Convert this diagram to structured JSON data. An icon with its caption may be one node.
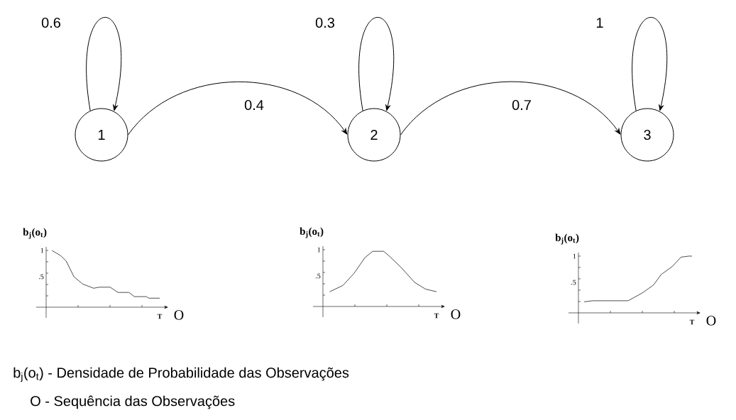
{
  "diagram": {
    "nodes": [
      {
        "text": [
          "1"
        ]
      },
      {
        "text": [
          "2"
        ]
      },
      {
        "text": [
          "3"
        ]
      }
    ],
    "edges": [
      {
        "from": 0,
        "to": 0,
        "arrow": "to",
        "label": "0.6"
      },
      {
        "from": 1,
        "to": 1,
        "arrow": "to",
        "label": "0.3"
      },
      {
        "from": 2,
        "to": 2,
        "arrow": "to",
        "label": "1"
      },
      {
        "from": 0,
        "to": 1,
        "arrow": "to",
        "label": "0.4"
      },
      {
        "from": 1,
        "to": 2,
        "arrow": "to",
        "label": "0.7"
      }
    ],
    "labels": [
      "b$_{j}$(o$_{t}$)",
      "1",
      ".5",
      "T",
      "O",
      "b$_{j}$(o$_{t}$)",
      "1",
      ".5",
      "T",
      "O",
      "b$_{j}$(o$_{t}$)",
      "1",
      ".5",
      "T",
      "O",
      "b$_{j}$(o$_{t}$) - Densidade de Probabilidade das Observações",
      "O - Sequência das Observações"
    ]
  }
}
